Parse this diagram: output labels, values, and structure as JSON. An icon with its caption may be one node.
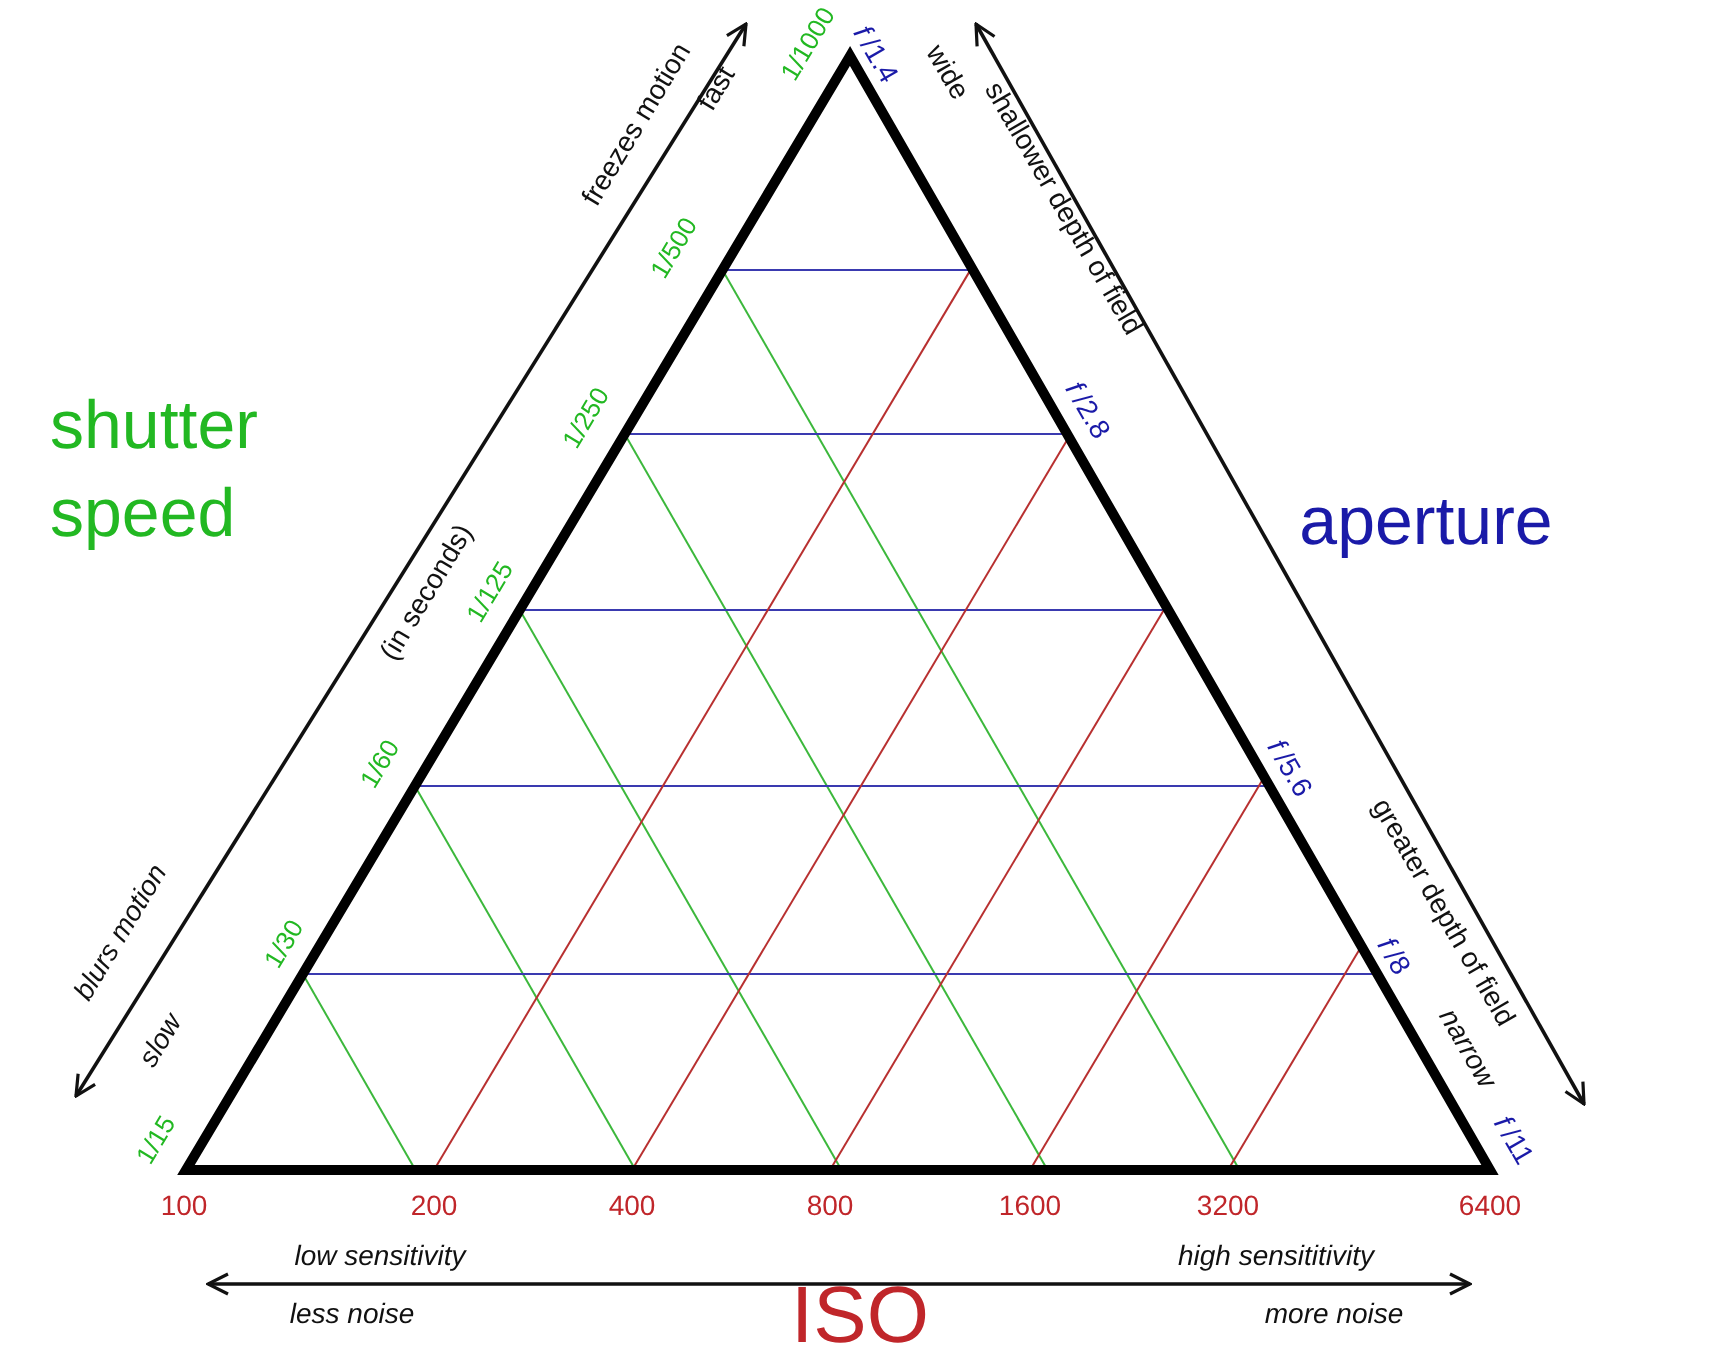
{
  "diagram": {
    "labels": [
      "freezes motion",
      "fast",
      "1/1000",
      "*f*/1.4",
      "wide",
      "shallower depth of field",
      "1/500",
      "shutter speed",
      "1/250",
      "*f*/2.8",
      "aperture",
      "(in seconds)",
      "1/125",
      "1/60",
      "*f*/5.6",
      "greater depth of field",
      "blurs motion",
      "1/30",
      "*f*/8",
      "slow",
      "narrow",
      "1/15",
      "*f*/11",
      "100",
      "200",
      "400",
      "800",
      "1600",
      "3200",
      "6400",
      "low sensitivity",
      "high sensititivity",
      "less noise",
      "ISO",
      "more noise"
    ]
  }
}
